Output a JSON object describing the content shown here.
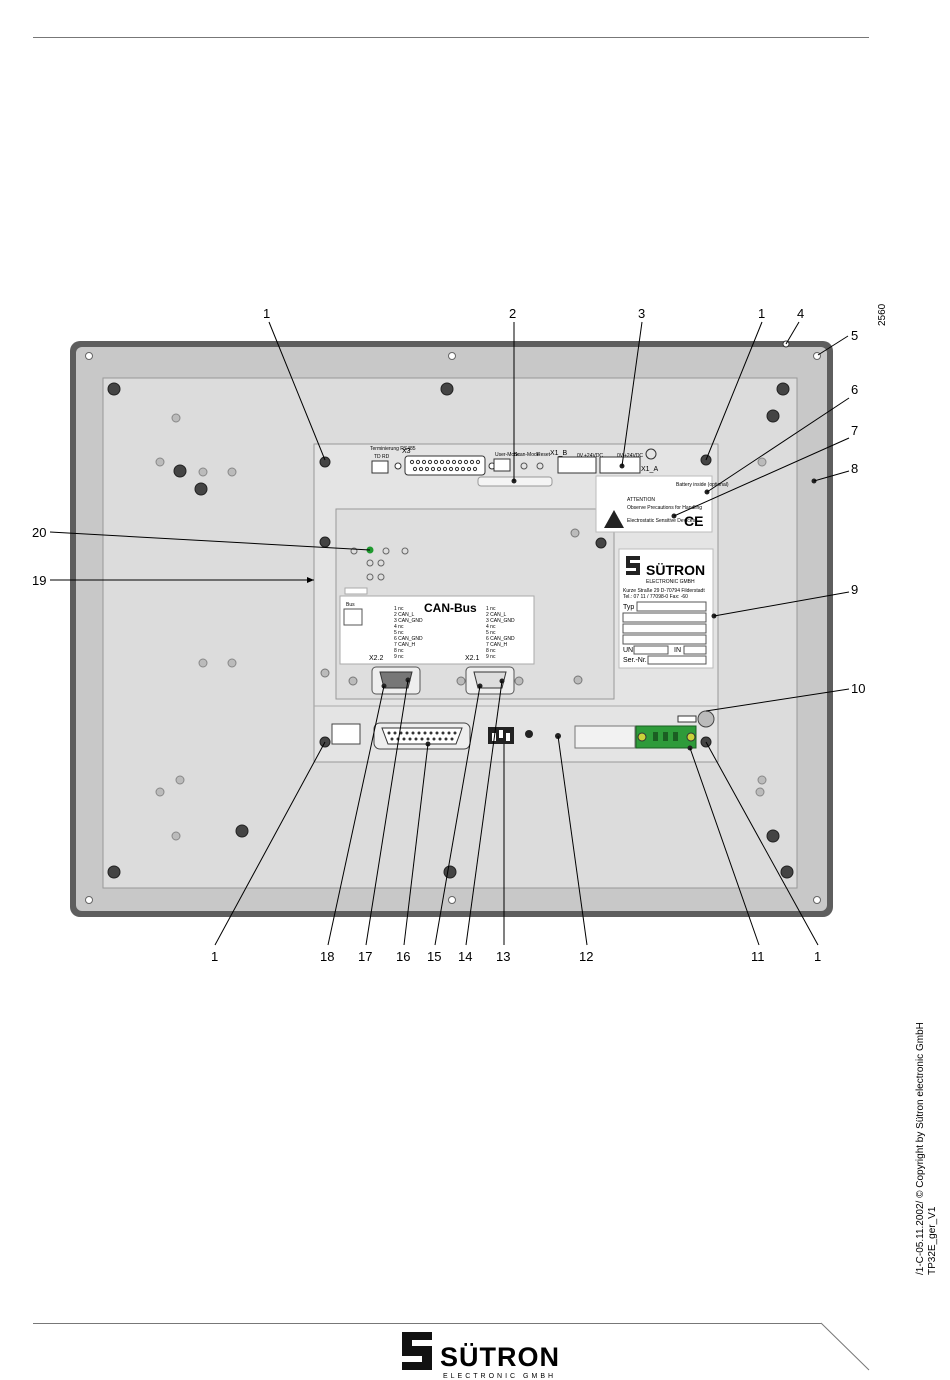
{
  "figure_number": "2560",
  "copyright_line_1": "/1-C-05.11.2002/ © Copyright by Sütron electronic GmbH",
  "copyright_line_2": "TP32E_ger_V1",
  "callouts": {
    "top": [
      "1",
      "2",
      "3",
      "1",
      "4"
    ],
    "right": [
      "5",
      "6",
      "7",
      "8",
      "9",
      "10"
    ],
    "left": [
      "20",
      "19"
    ],
    "bottom": [
      "1",
      "18",
      "17",
      "16",
      "15",
      "14",
      "13",
      "12",
      "11",
      "1"
    ]
  },
  "device": {
    "x3_label": "X3",
    "x1b_label": "X1_B",
    "x1a_label": "X1_A",
    "termination_label": "Terminierung RS485",
    "termination_sub": "TD  RD",
    "user_mode_label": "User-Mode",
    "scan_mode_label": "Scan-Mode",
    "reset_label": "Reset",
    "x1_pin_labels": [
      "0V",
      "+24VDC"
    ],
    "battery_label": "Battery inside (optional)",
    "attention": {
      "title": "ATTENTION",
      "line1": "Observe Precautions for Handling",
      "line2": "Electrostatic Sensitive Devices",
      "ce": "CE"
    },
    "nameplate": {
      "brand": "SÜTRON",
      "brand_sub": "ELECTRONIC GMBH",
      "address_1": "Kurze Straße 29    D-70794 Filderstadt",
      "address_2": "Tel.: 07 11 / 77098-0    Fax: -60",
      "typ": "Typ",
      "un": "UN",
      "in": "IN",
      "ser_nr": "Ser.-Nr."
    },
    "canbus": {
      "title": "CAN-Bus",
      "bus_label": "Bus",
      "x22_label": "X2.2",
      "x21_label": "X2.1",
      "pins_left": [
        "1  nc",
        "2  CAN_L",
        "3  CAN_GND",
        "4  nc",
        "5  nc",
        "6  CAN_GND",
        "7  CAN_H",
        "8  nc",
        "9  nc"
      ],
      "pins_right": [
        "1  nc",
        "2  CAN_L",
        "3  CAN_GND",
        "4  nc",
        "5  nc",
        "6  CAN_GND",
        "7  CAN_H",
        "8  nc",
        "9  nc"
      ]
    }
  },
  "footer_logo": {
    "brand": "SÜTRON",
    "sub": "ELECTRONIC GMBH"
  },
  "colors": {
    "frame": "#5e5e5e",
    "bezel": "#c8c8c8",
    "panel": "#dcdcdc",
    "terminal_green": "#2e9b3a",
    "led_green": "#1f9a2f"
  }
}
